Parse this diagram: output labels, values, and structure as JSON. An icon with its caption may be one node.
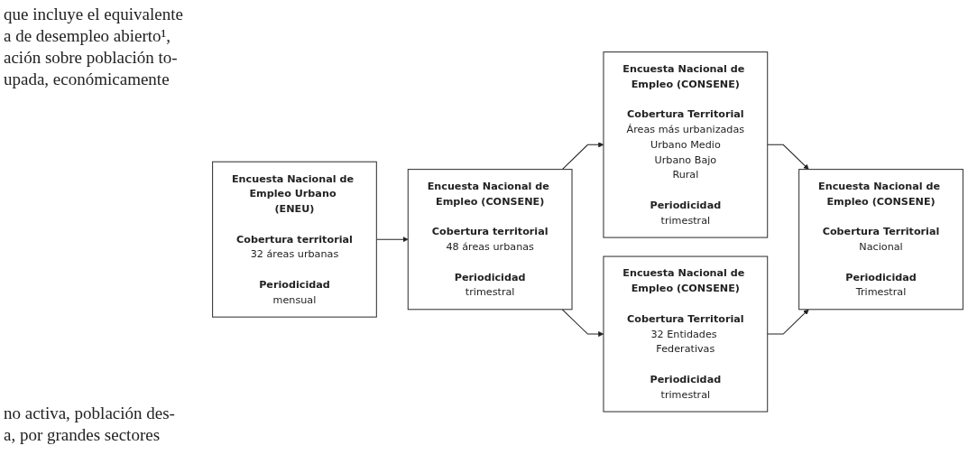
{
  "diagram": {
    "nodes": [
      {
        "text": [
          "Encuesta Nacional de Empleo Urbano (ENEU)",
          "Cobertura territorial",
          "32 áreas urbanas",
          "Periodicidad",
          "mensual"
        ]
      },
      {
        "text": [
          "Encuesta Nacional de Empleo (CONSENE)",
          "Cobertura territorial",
          "48 áreas urbanas",
          "Periodicidad",
          "trimestral"
        ]
      },
      {
        "text": [
          "Encuesta Nacional de Empleo (CONSENE)",
          "Cobertura Territorial",
          "Áreas más urbanizadas",
          "Urbano Medio",
          "Urbano Bajo",
          "Rural",
          "Periodicidad",
          "trimestral"
        ]
      },
      {
        "text": [
          "Encuesta Nacional de Empleo (CONSENE)",
          "Cobertura Territorial",
          "32 Entidades Federativas",
          "Periodicidad",
          "trimestral"
        ]
      },
      {
        "text": [
          "Encuesta Nacional de Empleo (CONSENE)",
          "Cobertura Territorial",
          "Nacional",
          "Periodicidad",
          "Trimestral"
        ]
      }
    ],
    "edges": [
      {
        "from": 0,
        "to": 1,
        "arrow": "to"
      },
      {
        "from": 1,
        "to": 2,
        "arrow": "to"
      },
      {
        "from": 1,
        "to": 3,
        "arrow": "to"
      },
      {
        "from": 2,
        "to": 4,
        "arrow": "to"
      },
      {
        "from": 3,
        "to": 4,
        "arrow": "to"
      }
    ],
    "labels": [
      "que incluye el equivalente",
      "a de desempleo abierto¹,",
      "ación  sobre población to-",
      "upada, económicamente",
      "no activa, población des-",
      "a, por grandes sectores"
    ]
  }
}
